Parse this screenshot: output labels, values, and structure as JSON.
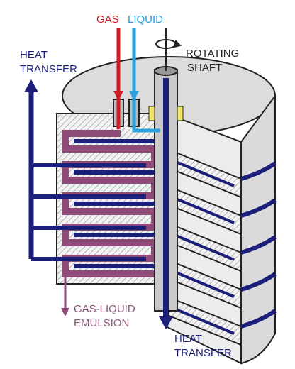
{
  "labels": {
    "gas": "GAS",
    "liquid": "LIQUID",
    "heat_transfer_top_line1": "HEAT",
    "heat_transfer_top_line2": "TRANSFER",
    "rotating_line1": "ROTATING",
    "rotating_line2": "SHAFT",
    "emulsion_line1": "GAS-LIQUID",
    "emulsion_line2": "EMULSION",
    "heat_transfer_bottom_line1": "HEAT",
    "heat_transfer_bottom_line2": "TRANSFER"
  },
  "colors": {
    "heat": "#1b1f7a",
    "gas": "#d01d24",
    "liquid": "#2aa1db",
    "emulsion": "#8e4b78",
    "emulsion_label": "#8a5577",
    "body_fill": "#e6e6e6",
    "hatch": "#777777",
    "bearing": "#f3e46a"
  },
  "icons": {
    "rotation": "rotation-arrow-icon"
  }
}
